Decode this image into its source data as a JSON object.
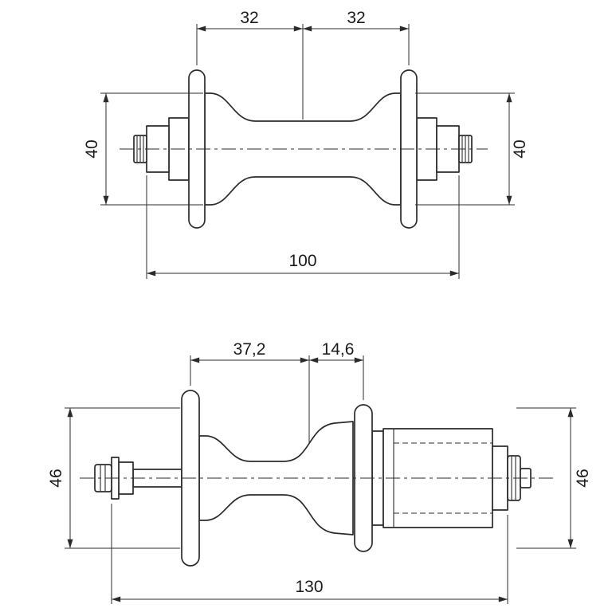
{
  "colors": {
    "line": "#2b2b2b",
    "background": "#ffffff"
  },
  "front_hub": {
    "dim_flange_left": "32",
    "dim_flange_right": "32",
    "dim_diameter_left": "40",
    "dim_diameter_right": "40",
    "dim_overall_width": "100"
  },
  "rear_hub": {
    "dim_flange_left": "37,2",
    "dim_flange_right": "14,6",
    "dim_diameter_left": "46",
    "dim_diameter_right": "46",
    "dim_overall_width": "130"
  }
}
